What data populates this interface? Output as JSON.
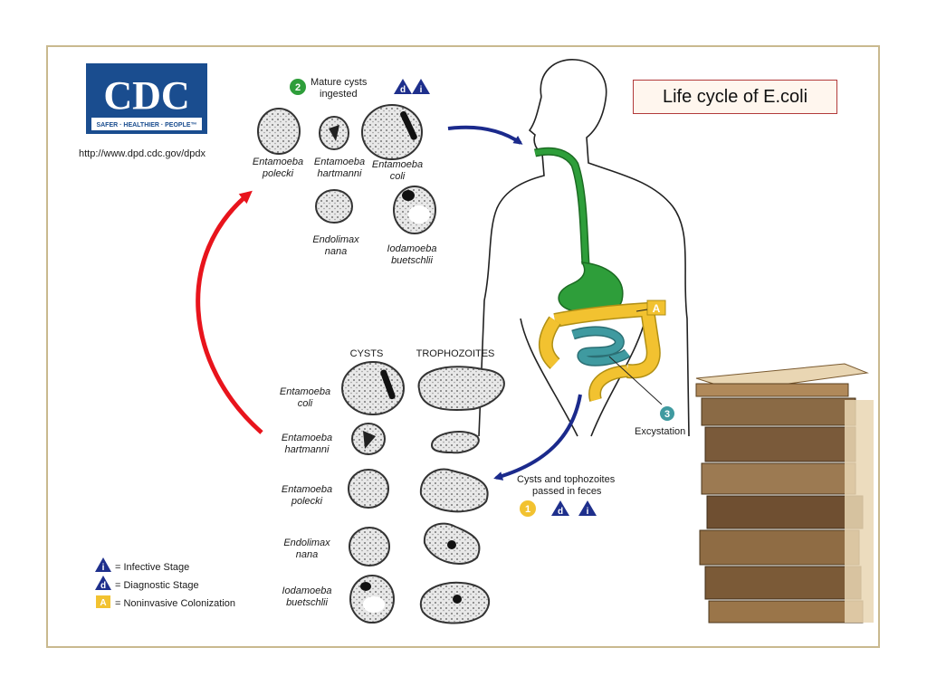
{
  "logo": {
    "text": "CDC",
    "tagline": "SAFER · HEALTHIER · PEOPLE™",
    "url": "http://www.dpd.cdc.gov/dpdx"
  },
  "title": "Life cycle of E.coli",
  "stage2": {
    "number": "2",
    "label_line1": "Mature cysts",
    "label_line2": "ingested"
  },
  "stage3": {
    "number": "3",
    "label": "Excystation"
  },
  "stage1": {
    "number": "1",
    "label_line1": "Cysts and tophozoites",
    "label_line2": "passed in feces"
  },
  "colonization_marker": "A",
  "badges": {
    "diagnostic": "d",
    "infective": "i"
  },
  "top_species": [
    {
      "line1": "Entamoeba",
      "line2": "polecki"
    },
    {
      "line1": "Entamoeba",
      "line2": "hartmanni"
    },
    {
      "line1": "Entamoeba",
      "line2": "coli"
    },
    {
      "line1": "Endolimax",
      "line2": "nana"
    },
    {
      "line1": "Iodamoeba",
      "line2": "buetschlii"
    }
  ],
  "table": {
    "col_cysts": "CYSTS",
    "col_trophozoites": "TROPHOZOITES",
    "rows": [
      {
        "line1": "Entamoeba",
        "line2": "coli"
      },
      {
        "line1": "Entamoeba",
        "line2": "hartmanni"
      },
      {
        "line1": "Entamoeba",
        "line2": "polecki"
      },
      {
        "line1": "Endolimax",
        "line2": "nana"
      },
      {
        "line1": "Iodamoeba",
        "line2": "buetschlii"
      }
    ]
  },
  "legend": {
    "infective": "= Infective Stage",
    "diagnostic": "= Diagnostic Stage",
    "colonization": "= Noninvasive Colonization"
  },
  "colors": {
    "arrow_red": "#e8141c",
    "arrow_blue": "#1b2a8c",
    "gut_green": "#2e9e3a",
    "colon_yellow": "#f2c230",
    "small_intestine_teal": "#3f9aa0",
    "cdc_blue": "#1a4d8f",
    "badge_blue": "#1e2f8c"
  }
}
